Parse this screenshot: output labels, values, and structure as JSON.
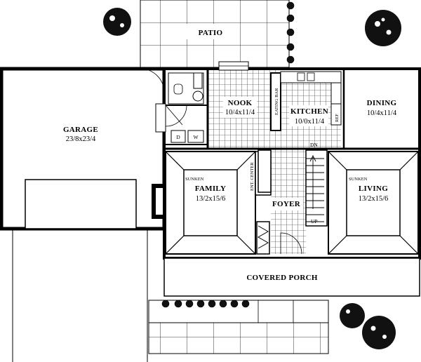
{
  "rooms": {
    "patio": {
      "name": "PATIO"
    },
    "garage": {
      "name": "GARAGE",
      "dims": "23/8x23/4"
    },
    "nook": {
      "name": "NOOK",
      "dims": "10/4x11/4"
    },
    "kitchen": {
      "name": "KITCHEN",
      "dims": "10/0x11/4"
    },
    "dining": {
      "name": "DINING",
      "dims": "10/4x11/4"
    },
    "family": {
      "prefix": "SUNKEN",
      "name": "FAMILY",
      "dims": "13/2x15/6"
    },
    "living": {
      "prefix": "SUNKEN",
      "name": "LIVING",
      "dims": "13/2x15/6"
    },
    "foyer": {
      "name": "FOYER"
    },
    "porch": {
      "name": "COVERED PORCH"
    }
  },
  "labels": {
    "eating_bar": "EATING BAR",
    "ref": "REF",
    "ent_center": "ENT. CENTER",
    "stair_down": "DN",
    "stair_up": "UP",
    "washer": "W",
    "dryer": "D"
  }
}
